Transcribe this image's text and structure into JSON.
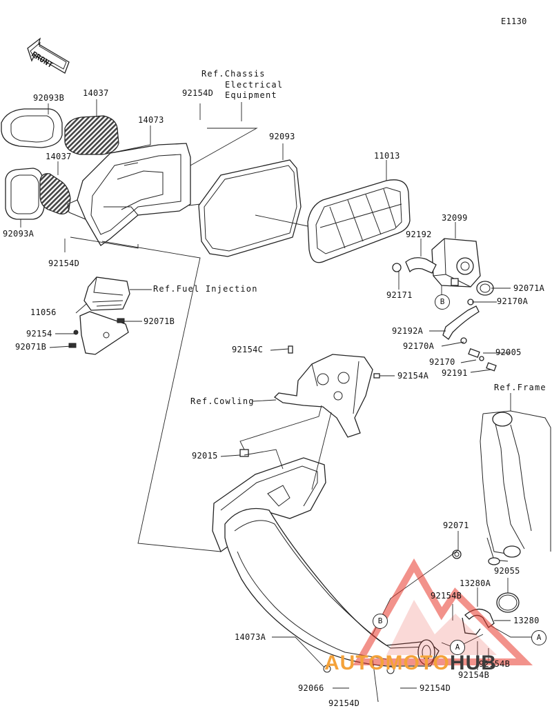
{
  "diagram": {
    "code": "E1130",
    "front_label": "FRONT",
    "refs": {
      "chassis_line1": "Ref.Chassis",
      "chassis_line2": "Electrical",
      "chassis_line3": "Equipment",
      "fuel_injection": "Ref.Fuel Injection",
      "cowling": "Ref.Cowling",
      "frame": "Ref.Frame"
    },
    "parts": {
      "p92093B": "92093B",
      "p14037a": "14037",
      "p14073": "14073",
      "p92154D_top": "92154D",
      "p92093": "92093",
      "p11013": "11013",
      "p14037b": "14037",
      "p92093A": "92093A",
      "p92154D_left": "92154D",
      "p32099": "32099",
      "p92192": "92192",
      "p92171": "92171",
      "p92071A": "92071A",
      "p92170A_1": "92170A",
      "p11056": "11056",
      "p92154": "92154",
      "p92071B_right": "92071B",
      "p92071B_left": "92071B",
      "p92192A": "92192A",
      "p92170A_2": "92170A",
      "p92005": "92005",
      "p92170": "92170",
      "p92191": "92191",
      "p92154C": "92154C",
      "p92154A": "92154A",
      "p92015": "92015",
      "p92071": "92071",
      "p92055": "92055",
      "p13280A": "13280A",
      "p92154B_1": "92154B",
      "p13280": "13280",
      "p14073A": "14073A",
      "p92154B_2": "92154B",
      "p92154B_3": "92154B",
      "p92066": "92066",
      "p92154D_bottom1": "92154D",
      "p92154D_bottom2": "92154D"
    },
    "callouts": {
      "A1": "A",
      "A2": "A",
      "B1": "B",
      "B2": "B"
    }
  },
  "watermark": {
    "part1": "AUTOMOTO",
    "part2": "HUB",
    "color_primary": "#f4a23a",
    "color_secondary": "#3c3c3c",
    "logo_color": "#e83a2e"
  }
}
